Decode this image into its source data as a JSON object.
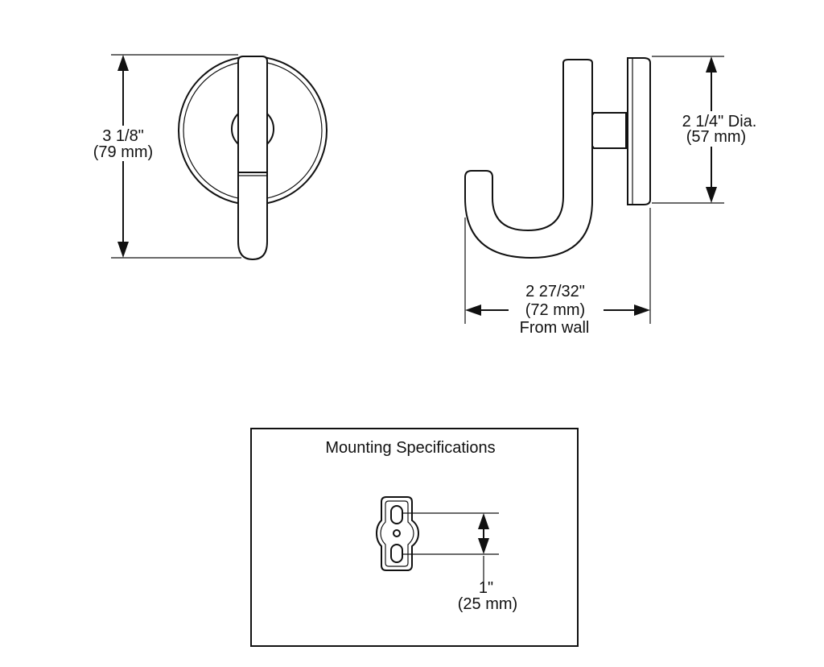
{
  "front_view": {
    "height_in": "3 1/8\"",
    "height_mm": "(79 mm)"
  },
  "side_view": {
    "diameter_in": "2 1/4\" Dia.",
    "diameter_mm": "(57 mm)",
    "projection_in": "2 27/32\"",
    "projection_mm": "(72 mm)",
    "projection_note": "From wall"
  },
  "mounting": {
    "title": "Mounting Specifications",
    "spacing_in": "1\"",
    "spacing_mm": "(25 mm)"
  }
}
